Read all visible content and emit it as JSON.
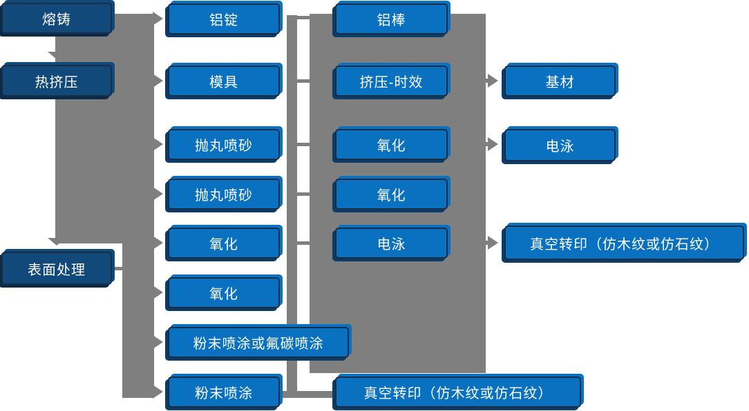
{
  "diagram_type": "process-flowchart",
  "language": "zh-CN",
  "colors": {
    "box_blue": "#0971BF",
    "box_navy": "#11497B",
    "connector_gray": "#7F7F7F",
    "box_border": "#1B2D44",
    "box_text": "#FFFFFF"
  },
  "nodes": {
    "melting": {
      "label": "熔铸",
      "column": 1
    },
    "hot_extrusion": {
      "label": "热挤压",
      "column": 1
    },
    "surface_treatment": {
      "label": "表面处理",
      "column": 1
    },
    "aluminum_ingot": {
      "label": "铝锭",
      "column": 2
    },
    "mold": {
      "label": "模具",
      "column": 2
    },
    "shot_blasting_1": {
      "label": "抛丸喷砂",
      "column": 2
    },
    "shot_blasting_2": {
      "label": "抛丸喷砂",
      "column": 2
    },
    "oxidation_col2_1": {
      "label": "氧化",
      "column": 2
    },
    "oxidation_col2_2": {
      "label": "氧化",
      "column": 2
    },
    "powder_or_fluorocarbon": {
      "label": "粉末喷涂或氟碳喷涂",
      "column": 2
    },
    "powder_coating": {
      "label": "粉末喷涂",
      "column": 2
    },
    "aluminum_rod": {
      "label": "铝棒",
      "column": 3
    },
    "extrusion_aging": {
      "label": "挤压-时效",
      "column": 3
    },
    "oxidation_col3_1": {
      "label": "氧化",
      "column": 3
    },
    "oxidation_col3_2": {
      "label": "氧化",
      "column": 3
    },
    "electrophoresis_col3": {
      "label": "电泳",
      "column": 3
    },
    "vacuum_transfer_bottom": {
      "label": "真空转印（仿木纹或仿石纹）",
      "column": 3
    },
    "base_material": {
      "label": "基材",
      "column": 4
    },
    "electrophoresis_col4": {
      "label": "电泳",
      "column": 4
    },
    "vacuum_transfer_right": {
      "label": "真空转印（仿木纹或仿石纹）",
      "column": 4
    }
  },
  "connections": [
    {
      "from": "熔铸",
      "to": "热挤压",
      "type": "arrow-down"
    },
    {
      "from": "热挤压",
      "to": "表面处理",
      "type": "arrow-down"
    },
    {
      "from": "熔铸/热挤压流程带",
      "to": "铝锭",
      "type": "arrow-right"
    },
    {
      "from": "熔铸/热挤压流程带",
      "to": "模具",
      "type": "arrow-right"
    },
    {
      "from": "熔铸/热挤压流程带",
      "to": "抛丸喷砂(上)",
      "type": "arrow-right"
    },
    {
      "from": "熔铸/热挤压流程带",
      "to": "抛丸喷砂(下)",
      "type": "arrow-right"
    },
    {
      "from": "熔铸/热挤压流程带",
      "to": "氧化(第2列上)",
      "type": "arrow-right"
    },
    {
      "from": "表面处理",
      "to": "氧化(第2列下)",
      "type": "arrow-right"
    },
    {
      "from": "表面处理",
      "to": "粉末喷涂或氟碳喷涂",
      "type": "arrow-right"
    },
    {
      "from": "表面处理",
      "to": "粉末喷涂",
      "type": "arrow-right"
    },
    {
      "from": "第2列各工序",
      "to": "第3列工序带",
      "type": "bus-line-rows-1-5"
    },
    {
      "from": "粉末喷涂",
      "to": "真空转印（仿木纹或仿石纹）底部",
      "type": "line"
    },
    {
      "from": "挤压-时效",
      "to": "基材",
      "type": "arrow-right"
    },
    {
      "from": "氧化(第3列上)",
      "to": "电泳(第4列)",
      "type": "arrow-right"
    },
    {
      "from": "电泳(第3列)",
      "to": "真空转印（仿木纹或仿石纹）右侧",
      "type": "arrow-right"
    }
  ]
}
